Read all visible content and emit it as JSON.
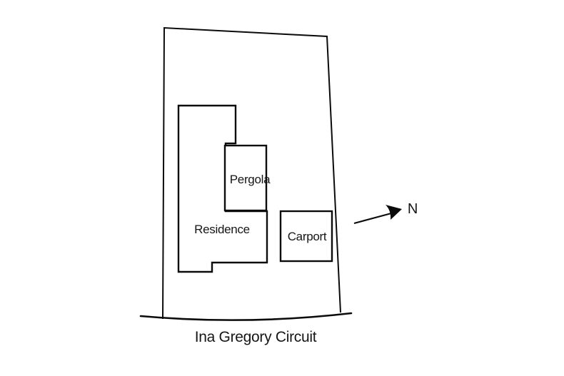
{
  "plan": {
    "labels": {
      "residence": "Residence",
      "pergola": "Pergola",
      "carport": "Carport",
      "north": "N",
      "street": "Ina Gregory Circuit"
    },
    "colors": {
      "line": "#0b0b0b",
      "background": "#ffffff"
    }
  }
}
